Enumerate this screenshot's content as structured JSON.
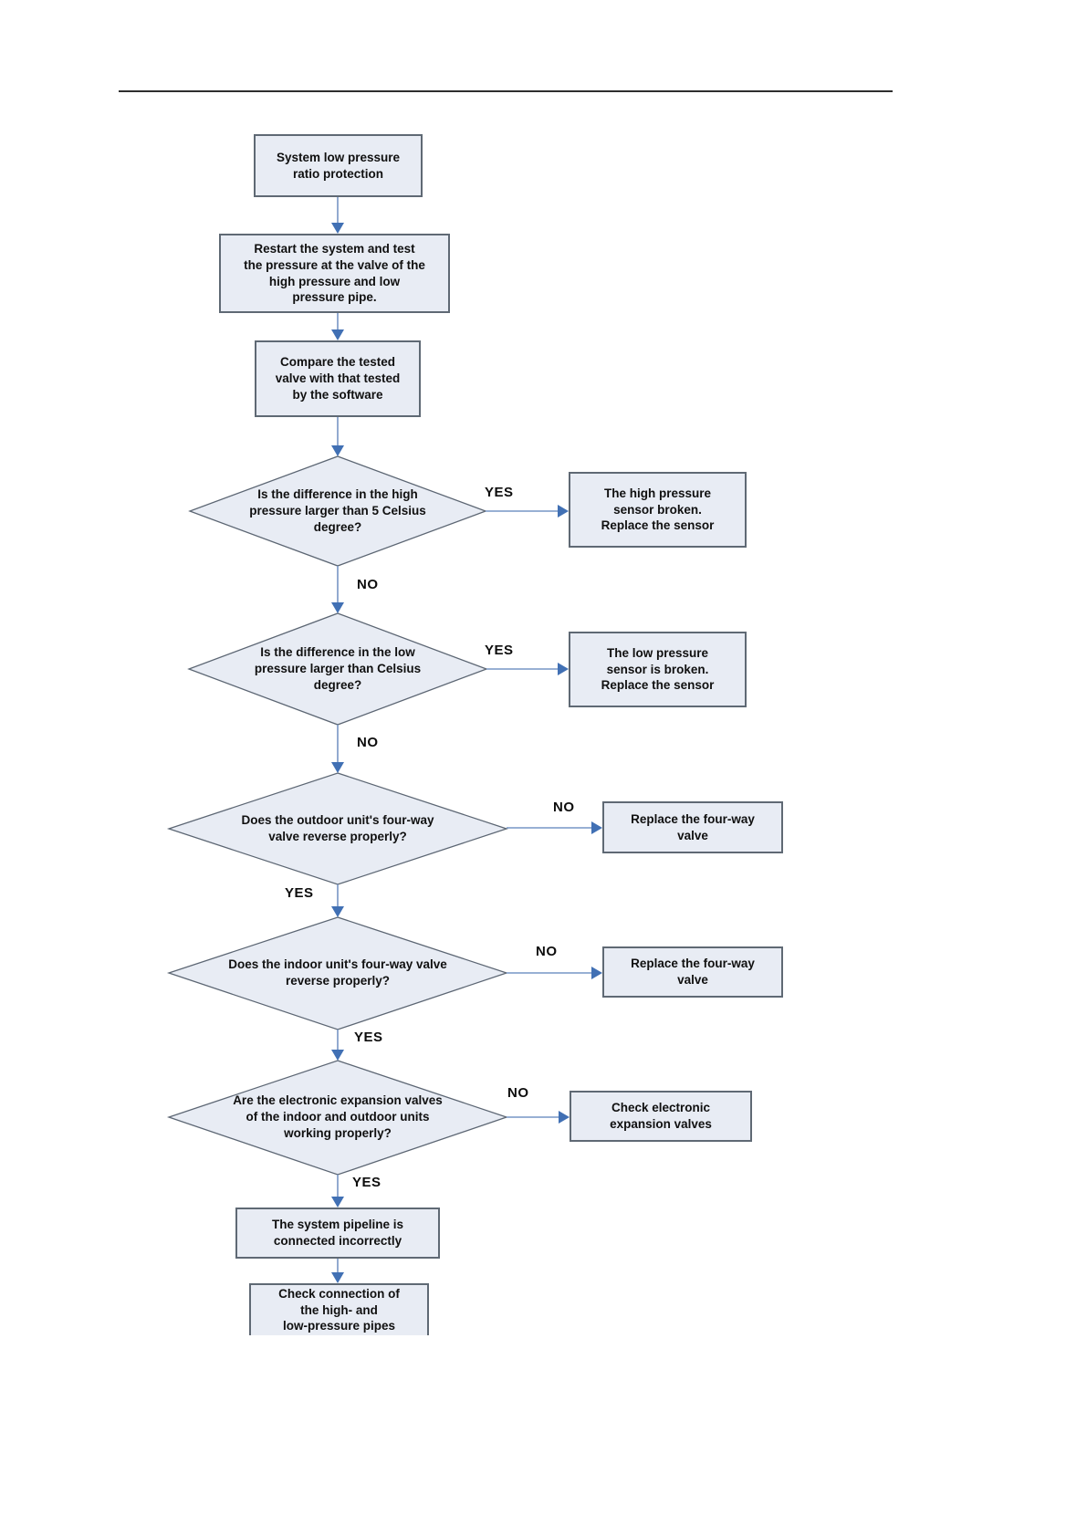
{
  "flowchart": {
    "labels": {
      "yes": "YES",
      "no": "NO"
    },
    "colors": {
      "node_fill": "#e8ecf4",
      "node_border": "#5f6974",
      "connector_line": "#7695c5",
      "arrowhead": "#4170b4",
      "text": "#101010",
      "top_rule": "#2e2e2e"
    },
    "nodes": {
      "start": {
        "label": "System low pressure\nratio protection"
      },
      "restart": {
        "label": "Restart the system and test\nthe pressure at the valve of the\nhigh pressure and low\npressure pipe."
      },
      "compare": {
        "label": "Compare the tested\nvalve with that tested\nby the software"
      },
      "decision_high_pressure": {
        "label": "Is the difference in the high\npressure larger than 5 Celsius\ndegree?"
      },
      "high_sensor": {
        "label": "The high pressure\nsensor broken.\nReplace the sensor"
      },
      "decision_low_pressure": {
        "label": "Is the difference in the low\npressure larger than Celsius\ndegree?"
      },
      "low_sensor": {
        "label": "The low pressure\nsensor is broken.\nReplace the sensor"
      },
      "decision_outdoor_fourway": {
        "label": "Does the outdoor unit's four-way\nvalve reverse properly?"
      },
      "replace_fourway_1": {
        "label": "Replace the four-way\nvalve"
      },
      "decision_indoor_fourway": {
        "label": "Does the indoor unit's four-way valve\nreverse properly?"
      },
      "replace_fourway_2": {
        "label": "Replace the four-way\nvalve"
      },
      "decision_eev": {
        "label": "Are the electronic expansion valves\nof the indoor and outdoor units\nworking properly?"
      },
      "check_eev": {
        "label": "Check electronic\nexpansion valves"
      },
      "pipeline": {
        "label": "The system pipeline is\nconnected incorrectly"
      },
      "check_connection": {
        "label": "Check connection of\nthe high- and\nlow-pressure pipes"
      }
    }
  }
}
